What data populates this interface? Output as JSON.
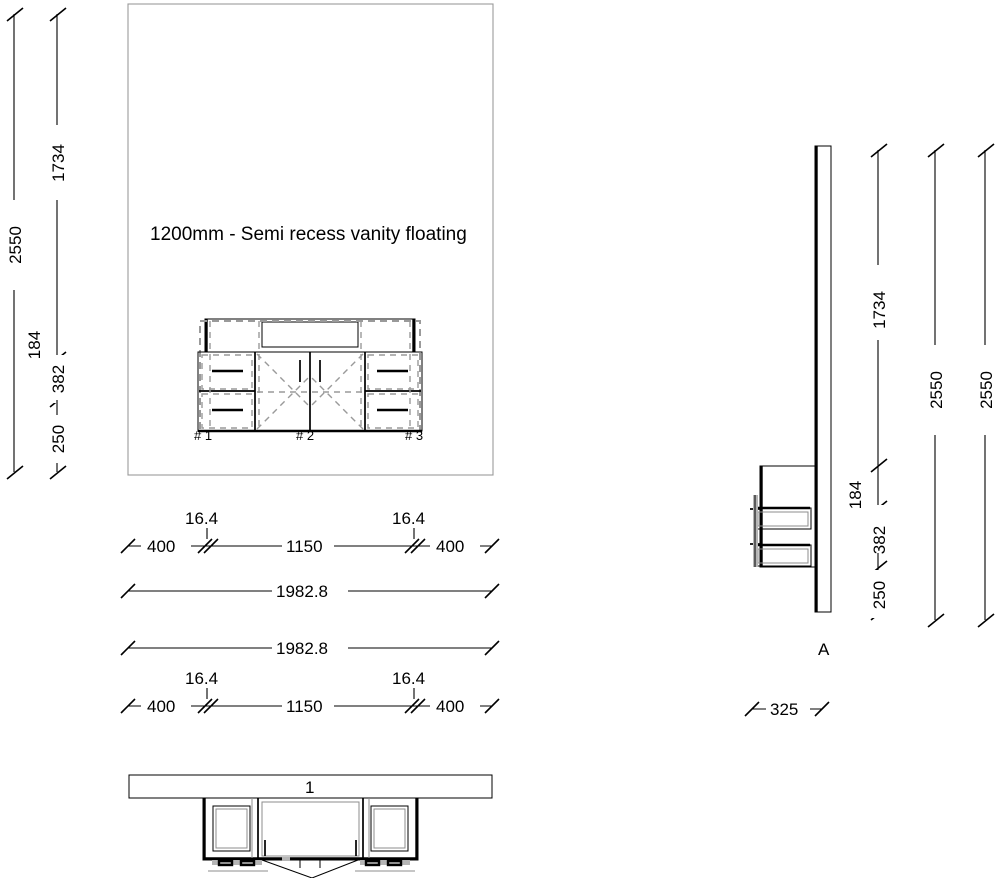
{
  "drawing": {
    "title": "1200mm - Semi recess vanity floating",
    "units": "mm"
  },
  "elevation_view": {
    "cabinet_labels": [
      {
        "id": "cab-1",
        "text": "# 1"
      },
      {
        "id": "cab-2",
        "text": "# 2"
      },
      {
        "id": "cab-3",
        "text": "# 3"
      }
    ]
  },
  "section_view": {
    "label": "A"
  },
  "plan_view": {
    "label": "1"
  },
  "vertical_dimensions_left": {
    "outer": "2550",
    "chain": [
      "250",
      "382",
      "184",
      "1734"
    ]
  },
  "vertical_dimensions_right": {
    "chain": [
      "250",
      "382",
      "184",
      "1734"
    ],
    "overall_inner": "2550",
    "overall_outer": "2550"
  },
  "horizontal_dimensions_upper": {
    "chain": [
      "400",
      "16.4",
      "1150",
      "16.4",
      "400"
    ],
    "total": "1982.8"
  },
  "horizontal_dimensions_lower": {
    "total": "1982.8",
    "chain": [
      "400",
      "16.4",
      "1150",
      "16.4",
      "400"
    ]
  },
  "depth_dimension": {
    "value": "325"
  },
  "colors": {
    "line": "#000000",
    "frame": "#9a9a9a",
    "hidden": "#9a9a9a",
    "shade": "#b5b5b5",
    "background": "#ffffff"
  }
}
